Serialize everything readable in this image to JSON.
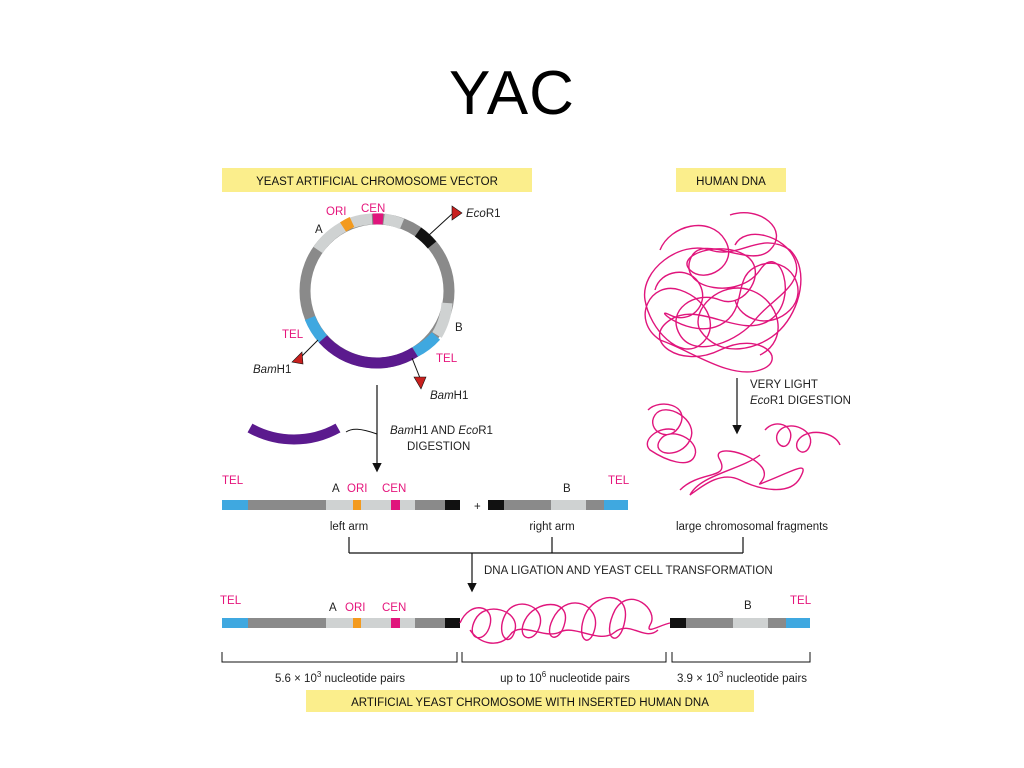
{
  "slide": {
    "title": "YAC"
  },
  "colors": {
    "banner": "#fbee8c",
    "gray_dark": "#8a8a8a",
    "gray_light": "#cfd2d2",
    "magenta": "#e0157c",
    "orange": "#f39a1e",
    "blue": "#3fa8e0",
    "purple": "#5b1a8e",
    "black": "#111111",
    "red_marker": "#c8201e"
  },
  "headers": {
    "vector": "YEAST ARTIFICIAL CHROMOSOME VECTOR",
    "human_dna": "HUMAN DNA",
    "result": "ARTIFICIAL YEAST CHROMOSOME WITH INSERTED HUMAN DNA"
  },
  "plasmid_labels": {
    "ori": "ORI",
    "cen": "CEN",
    "a": "A",
    "b": "B",
    "tel_left": "TEL",
    "tel_right": "TEL",
    "eco_italic": "Eco",
    "eco_rest": "R1",
    "bam_italic": "Bam",
    "bam_rest": "H1"
  },
  "steps": {
    "digestion_line1_bam_italic": "Bam",
    "digestion_line1_mid": "H1 AND ",
    "digestion_line1_eco_italic": "Eco",
    "digestion_line1_end": "R1",
    "digestion_line2": "DIGESTION",
    "light_line1": "VERY LIGHT",
    "light_line2_italic": "Eco",
    "light_line2_rest": "R1 DIGESTION",
    "ligation": "DNA LIGATION AND YEAST CELL TRANSFORMATION"
  },
  "arms": {
    "tel": "TEL",
    "a": "A",
    "ori": "ORI",
    "cen": "CEN",
    "b": "B",
    "plus": "+",
    "left_arm": "left arm",
    "right_arm": "right arm",
    "fragments": "large chromosomal fragments"
  },
  "final": {
    "tel": "TEL",
    "a": "A",
    "ori": "ORI",
    "cen": "CEN",
    "b": "B",
    "size_left_pre": "5.6 × 10",
    "size_left_exp": "3",
    "size_left_post": " nucleotide pairs",
    "size_mid_pre": "up to 10",
    "size_mid_exp": "6",
    "size_mid_post": " nucleotide pairs",
    "size_right_pre": "3.9 × 10",
    "size_right_exp": "3",
    "size_right_post": " nucleotide pairs"
  }
}
